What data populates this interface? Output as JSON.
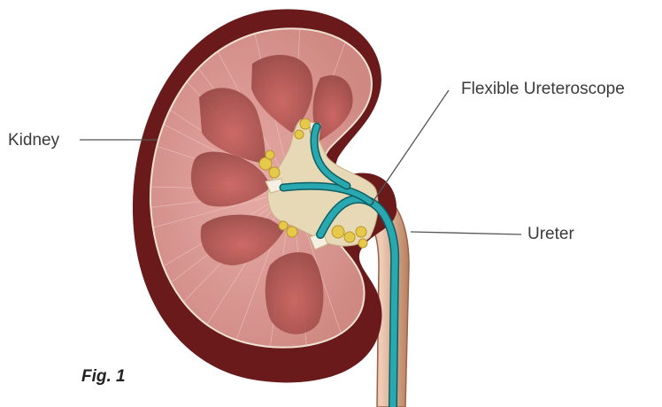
{
  "labels": {
    "kidney": "Kidney",
    "ureteroscope": "Flexible Ureteroscope",
    "ureter": "Ureter"
  },
  "caption": "Fig. 1",
  "colors": {
    "capsule": "#6a1a1a",
    "cortex": "#d99a95",
    "pyramid": "#9c4a48",
    "hilum_fat": "#e7d8b6",
    "fat_lobules": "#e6c94a",
    "ureter_wall": "#d9a894",
    "scope": "#1e9ba3",
    "leader_line": "#555555"
  }
}
